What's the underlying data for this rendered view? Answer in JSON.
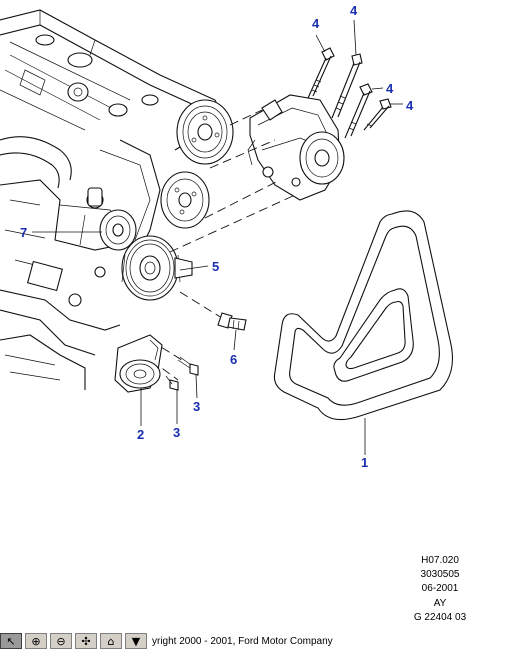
{
  "callouts": [
    {
      "id": "c4a",
      "label": "4"
    },
    {
      "id": "c4b",
      "label": "4"
    },
    {
      "id": "c4c",
      "label": "4"
    },
    {
      "id": "c4d",
      "label": "4"
    },
    {
      "id": "c7",
      "label": "7"
    },
    {
      "id": "c5",
      "label": "5"
    },
    {
      "id": "c6",
      "label": "6"
    },
    {
      "id": "c3a",
      "label": "3"
    },
    {
      "id": "c2",
      "label": "2"
    },
    {
      "id": "c3b",
      "label": "3"
    },
    {
      "id": "c1",
      "label": "1"
    }
  ],
  "reference": {
    "line1": "H07.020",
    "line2": "3030505",
    "line3": "06-2001",
    "line4": "AY",
    "line5": "G 22404 03"
  },
  "toolbar": {
    "buttons": [
      {
        "icon": "select-arrow-icon",
        "glyph": "↖"
      },
      {
        "icon": "zoom-in-icon",
        "glyph": "⊕"
      },
      {
        "icon": "zoom-out-icon",
        "glyph": "⊖"
      },
      {
        "icon": "fit-view-icon",
        "glyph": "✣"
      },
      {
        "icon": "home-icon",
        "glyph": "⌂"
      },
      {
        "icon": "dropdown-arrow-icon",
        "glyph": "▼"
      }
    ],
    "copyright": "yright 2000 - 2001, Ford Motor Company"
  }
}
